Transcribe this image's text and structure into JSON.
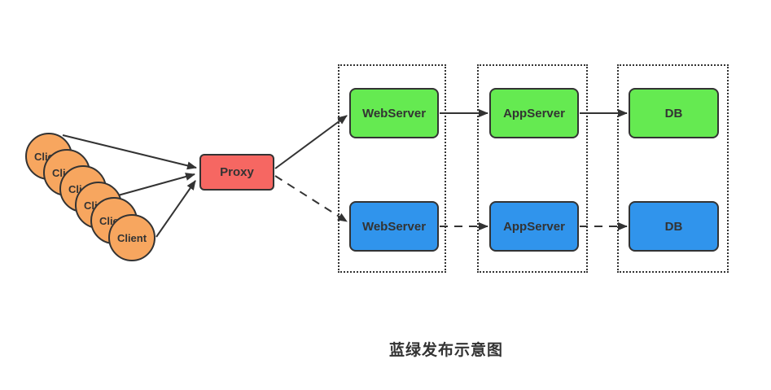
{
  "diagram_title": "蓝绿发布示意图",
  "client": {
    "label": "Client",
    "count": 6
  },
  "proxy": {
    "label": "Proxy"
  },
  "environments": [
    {
      "name": "green",
      "fill": "#65EA51",
      "link_style": "solid",
      "nodes": [
        {
          "label": "WebServer"
        },
        {
          "label": "AppServer"
        },
        {
          "label": "DB"
        }
      ]
    },
    {
      "name": "blue",
      "fill": "#3094EC",
      "link_style": "dashed",
      "nodes": [
        {
          "label": "WebServer"
        },
        {
          "label": "AppServer"
        },
        {
          "label": "DB"
        }
      ]
    }
  ],
  "colors": {
    "background": "#FFFFFF",
    "client_fill": "#F7A65F",
    "proxy_fill": "#F66762",
    "green_fill": "#65EA51",
    "blue_fill": "#3094EC",
    "stroke": "#333333",
    "text": "#333333"
  }
}
